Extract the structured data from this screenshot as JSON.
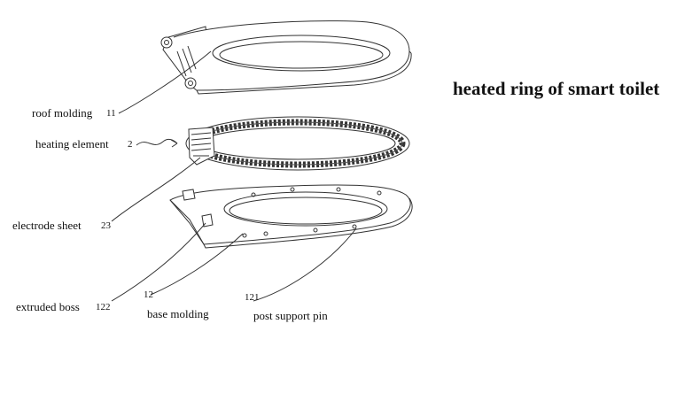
{
  "title": "heated ring of smart toilet",
  "labels": {
    "roof_molding": "roof molding",
    "roof_molding_num": "11",
    "heating_element": "heating element",
    "heating_element_num": "2",
    "electrode_sheet": "electrode sheet",
    "electrode_sheet_num": "23",
    "extruded_boss": "extruded boss",
    "extruded_boss_num": "122",
    "base_molding_num": "12",
    "base_molding": "base molding",
    "post_support_pin_num": "121",
    "post_support_pin": "post support pin"
  },
  "colors": {
    "line": "#333333",
    "background": "#ffffff"
  }
}
